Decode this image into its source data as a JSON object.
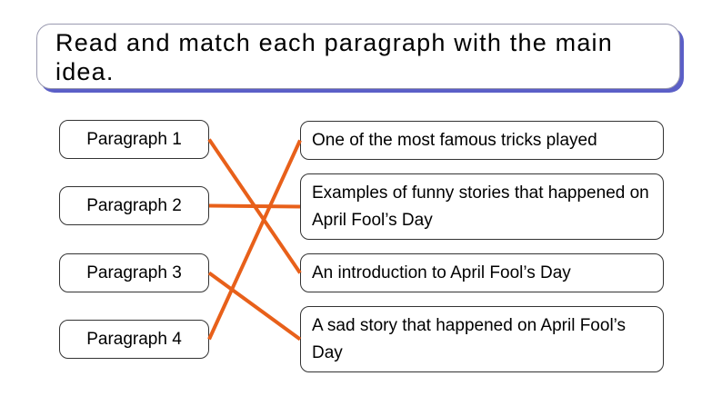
{
  "title": "Read and match each paragraph with the main idea.",
  "paragraphs": [
    {
      "label": "Paragraph 1"
    },
    {
      "label": "Paragraph 2"
    },
    {
      "label": "Paragraph 3"
    },
    {
      "label": "Paragraph 4"
    }
  ],
  "ideas": [
    {
      "text": "One of the most famous tricks played"
    },
    {
      "text": "Examples of funny stories that happened on April Fool’s Day"
    },
    {
      "text": "An introduction to April Fool’s Day"
    },
    {
      "text": "A sad story that happened on April Fool’s Day"
    }
  ],
  "matches": [
    {
      "paragraph": 1,
      "idea": 3
    },
    {
      "paragraph": 2,
      "idea": 2
    },
    {
      "paragraph": 3,
      "idea": 4
    },
    {
      "paragraph": 4,
      "idea": 1
    }
  ],
  "colors": {
    "line": "#e8601a",
    "title_shadow": "#5b5fc7"
  }
}
